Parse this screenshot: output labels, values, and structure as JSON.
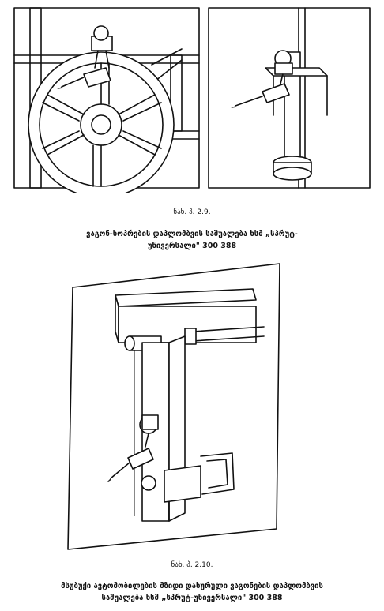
{
  "figure1": {
    "number": "ნახ. პ. 2.9.",
    "caption_line1": "ვაგონ-ხოპრების დაპლომბვის საშუალება ხსმ „სპრუტ-",
    "caption_line2": "უნივერსალი\" 300 388"
  },
  "figure2": {
    "number": "ნახ. პ. 2.10.",
    "caption_line1": "მსუბუქი ავტომობილების მზიდი დახურული ვაგონების დაპლომბვის",
    "caption_line2": "საშუალება ხსმ „სპრუტ-უნივერსალი\" 300 388"
  }
}
